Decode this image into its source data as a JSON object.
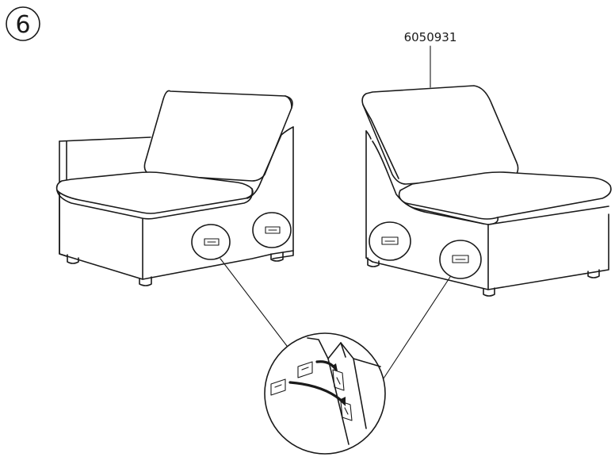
{
  "step": {
    "number": "6"
  },
  "right_module": {
    "part_number": "6050931"
  },
  "colors": {
    "ink": "#1a1a1a",
    "background": "#ffffff"
  },
  "icons": [
    "step-number-circle",
    "armchair-module-left",
    "armless-module-right",
    "connector-bracket",
    "detail-magnifier",
    "hook-arrow"
  ]
}
